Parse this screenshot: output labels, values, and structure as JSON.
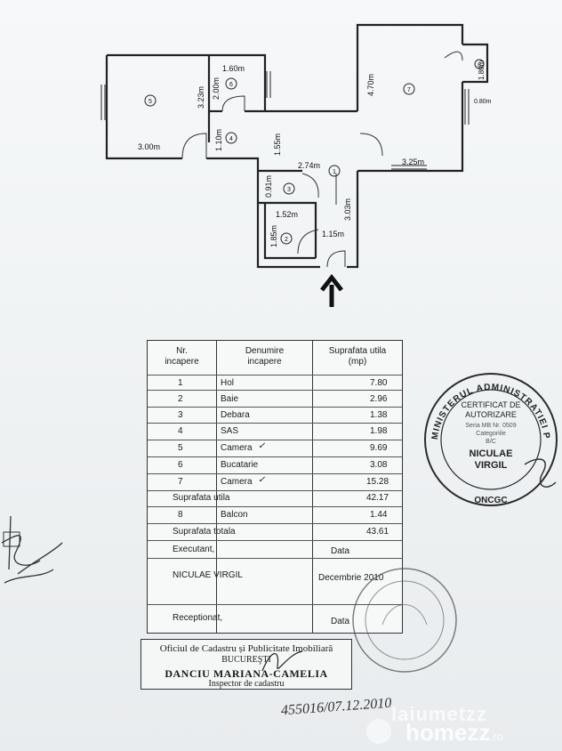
{
  "floor_plan": {
    "dimensions": {
      "room5_height": "3.23m",
      "room5_width": "3.00m",
      "room6_width": "1.60m",
      "room6_height": "2.00m",
      "room4_height": "1.10m",
      "hall_height": "1.55m",
      "hall_width": "2.74m",
      "room3_height": "0.91m",
      "room2_width": "1.52m",
      "room2_height": "1.85m",
      "hall_depth": "3.03m",
      "entrance_width": "1.15m",
      "room7_height": "4.70m",
      "room7_width": "3.25m",
      "balcony_height": "1.80m",
      "balcony_width": "0.80m"
    },
    "room_numbers": [
      "1",
      "2",
      "3",
      "4",
      "5",
      "6",
      "7",
      "8"
    ]
  },
  "table": {
    "headers": {
      "nr": [
        "Nr.",
        "incapere"
      ],
      "name": [
        "Denumire",
        "incapere"
      ],
      "area": [
        "Suprafata utila",
        "(mp)"
      ]
    },
    "rows": [
      {
        "nr": "1",
        "name": "Hol",
        "area": "7.80"
      },
      {
        "nr": "2",
        "name": "Baie",
        "area": "2.96"
      },
      {
        "nr": "3",
        "name": "Debara",
        "area": "1.38"
      },
      {
        "nr": "4",
        "name": "SAS",
        "area": "1.98"
      },
      {
        "nr": "5",
        "name": "Camera",
        "area": "9.69"
      },
      {
        "nr": "6",
        "name": "Bucatarie",
        "area": "3.08"
      },
      {
        "nr": "7",
        "name": "Camera",
        "area": "15.28"
      }
    ],
    "useful_label": "Suprafata utila",
    "useful_value": "42.17",
    "balcony_row": {
      "nr": "8",
      "name": "Balcon",
      "area": "1.44"
    },
    "total_label": "Suprafata totala",
    "total_value": "43.61",
    "executant_label": "Executant,",
    "date_label": "Data",
    "executant_name": "NICULAE VIRGIL",
    "executant_date": "Decembrie 2010",
    "received_label": "Receptionat,",
    "received_date_label": "Data"
  },
  "stamp": {
    "ring_text": "MINISTERUL ADMINISTRATIEI PUBLICE",
    "line1": "CERTIFICAT DE",
    "line2": "AUTORIZARE",
    "line3": "Seria MB Nr. 0509",
    "line4": "Categoriile",
    "line5": "B/C",
    "name1": "NICULAE",
    "name2": "VIRGIL",
    "bottom": "ONCGC"
  },
  "office_stamp": {
    "line1": "Oficiul de Cadastru și Publicitate Imobiliară",
    "line2": "BUCUREŞTI",
    "line3": "DANCIU MARIANA-CAMELIA",
    "line4": "Inspector de cadastru"
  },
  "handwritten_number": "455016/07.12.2010",
  "watermark": {
    "brand1": "laiumetzz",
    "brand2": "homezz",
    "suffix": ".ro"
  }
}
